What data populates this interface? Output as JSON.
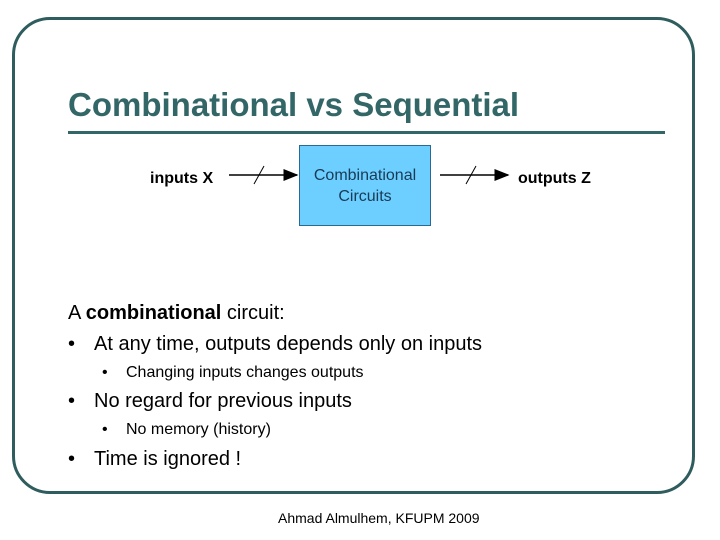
{
  "slide": {
    "title": "Combinational vs Sequential",
    "diagram": {
      "input_label": "inputs X",
      "box_label": "Combinational\nCircuits",
      "output_label": "outputs Z"
    },
    "intro_prefix": "A ",
    "intro_bold": "combinational",
    "intro_suffix": " circuit:",
    "bullets": [
      {
        "text": "At any time, outputs depends only on inputs",
        "sub": "Changing inputs changes outputs"
      },
      {
        "text": "No regard for previous inputs",
        "sub": "No memory (history)"
      },
      {
        "text": "Time is ignored !"
      }
    ],
    "bullet_glyph": "•",
    "footer": "Ahmad Almulhem, KFUPM 2009"
  },
  "colors": {
    "title": "#336666",
    "frame": "#2f5c5c",
    "box_fill": "#6ccfff"
  }
}
